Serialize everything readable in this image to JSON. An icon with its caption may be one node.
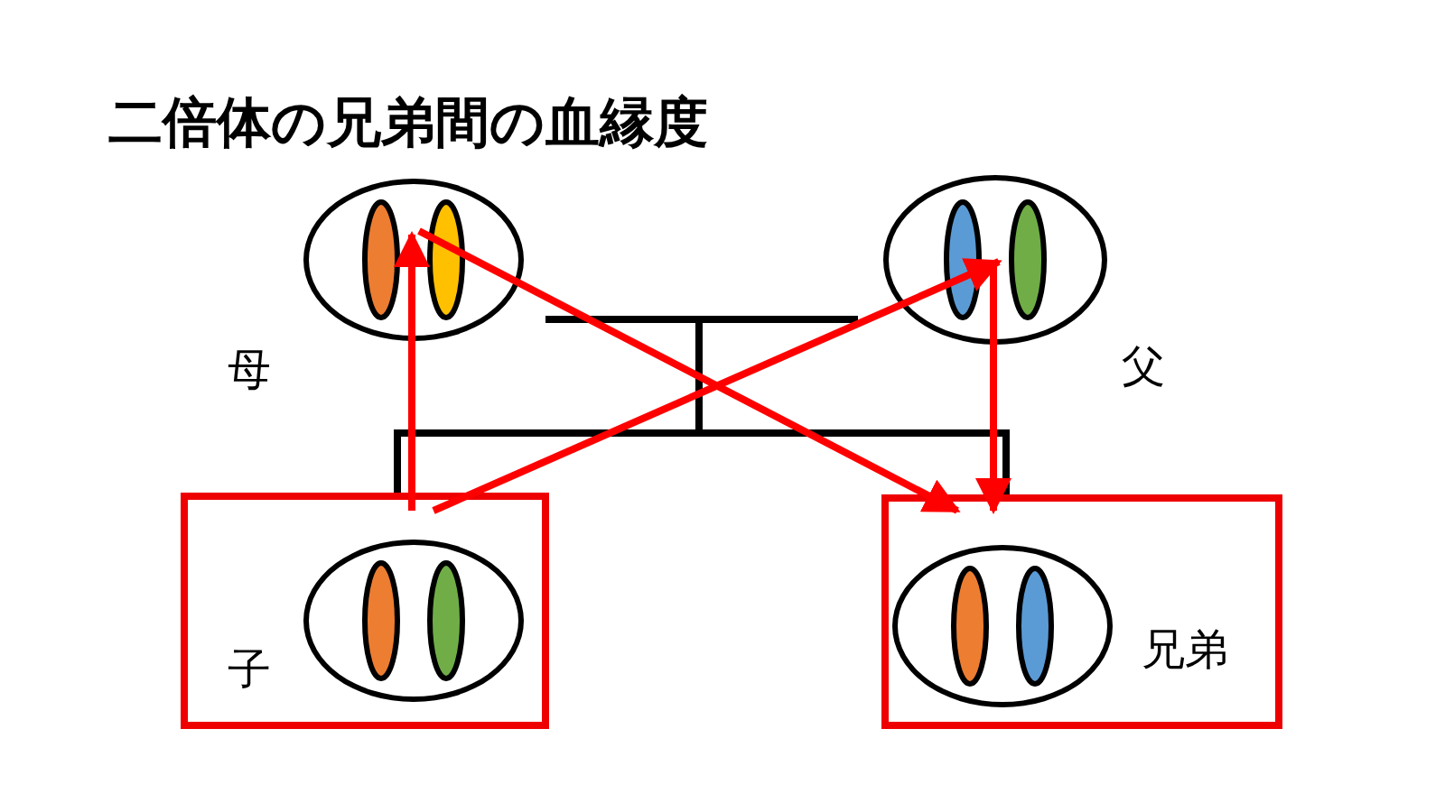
{
  "diagram": {
    "title": "二倍体の兄弟間の血縁度",
    "nodes": [
      {
        "text": [],
        "shape": "circle",
        "beside": [
          "母"
        ]
      },
      {
        "text": [],
        "shape": "circle",
        "beside": [
          "父"
        ]
      },
      {
        "text": [
          "子"
        ]
      },
      {
        "text": [],
        "shape": "circle",
        "in": 2
      },
      {
        "text": [
          "兄弟"
        ]
      },
      {
        "text": [],
        "shape": "circle",
        "in": 4
      },
      {
        "text": [],
        "shape": "bar"
      }
    ],
    "edges": [
      {
        "from": 2,
        "to": 0,
        "arrow": "to"
      },
      {
        "from": 2,
        "to": 1,
        "arrow": "to"
      },
      {
        "from": 0,
        "to": 4,
        "arrow": "to"
      },
      {
        "from": 1,
        "to": 4,
        "arrow": "to"
      },
      {
        "from": 6,
        "to": 2,
        "arrow": "none",
        "color": "#000000"
      },
      {
        "from": 6,
        "to": 4,
        "arrow": "none",
        "color": "#000000"
      }
    ]
  }
}
